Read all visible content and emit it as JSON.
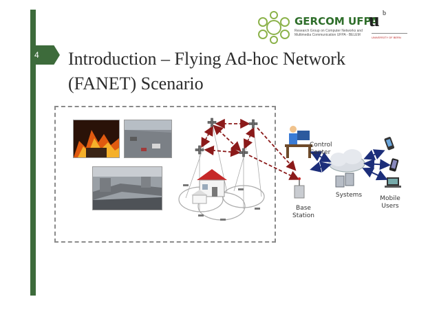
{
  "slide": {
    "number": "4",
    "title_line1": "Introduction – Flying Ad-hoc Network",
    "title_line2": "(FANET) Scenario"
  },
  "logos": {
    "gercom": {
      "name": "GERCOM UFPA",
      "subtitle": "Research Group on Computer Networks and Multimedia Communication UFPA - BELEM"
    },
    "ub": {
      "letter": "u",
      "superscript": "b",
      "subtitle": "UNIVERSITY OF BERN"
    }
  },
  "diagram": {
    "control_center": "Control Center",
    "systems": "Systems",
    "base_station": "Base Station",
    "mobile_users": "Mobile Users"
  },
  "colors": {
    "accent_green": "#3d6b3b",
    "link_red": "#8b1a1a",
    "link_blue": "#1c2e7a"
  }
}
